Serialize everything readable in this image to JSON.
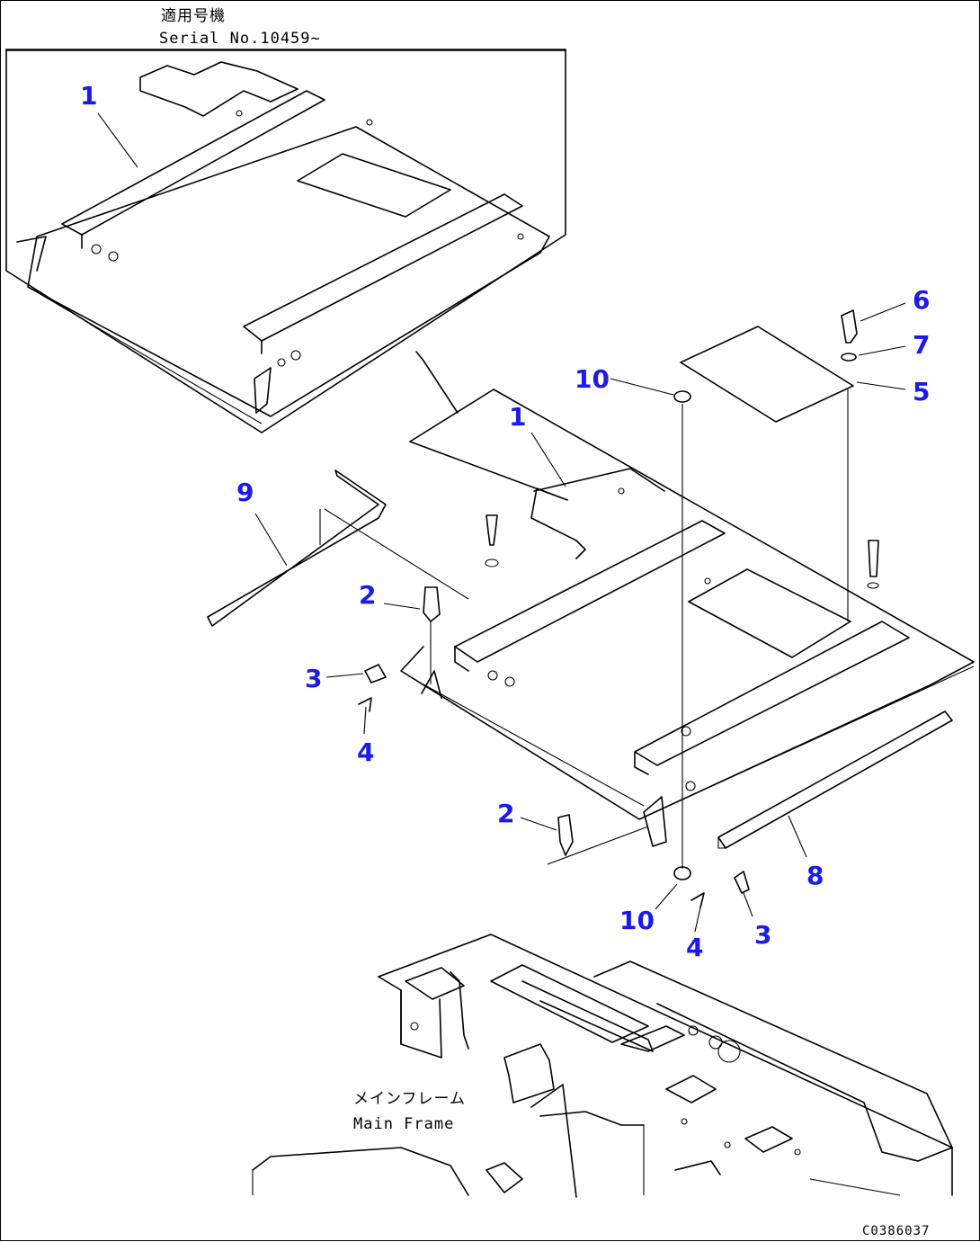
{
  "header": {
    "serial_jp": "適用号機",
    "serial_en": "Serial No.10459~"
  },
  "main_frame": {
    "label_jp": "メインフレーム",
    "label_en": "Main Frame"
  },
  "drawing_code": "C0386037",
  "callouts": {
    "c1_top": "1",
    "c1_mid": "1",
    "c2_upper": "2",
    "c2_lower": "2",
    "c3_left": "3",
    "c3_right": "3",
    "c4_left": "4",
    "c4_right": "4",
    "c5": "5",
    "c6": "6",
    "c7": "7",
    "c8": "8",
    "c9": "9",
    "c10_top": "10",
    "c10_bottom": "10"
  },
  "colors": {
    "callout": "#1a1aee",
    "line": "#000000",
    "background": "#ffffff"
  }
}
